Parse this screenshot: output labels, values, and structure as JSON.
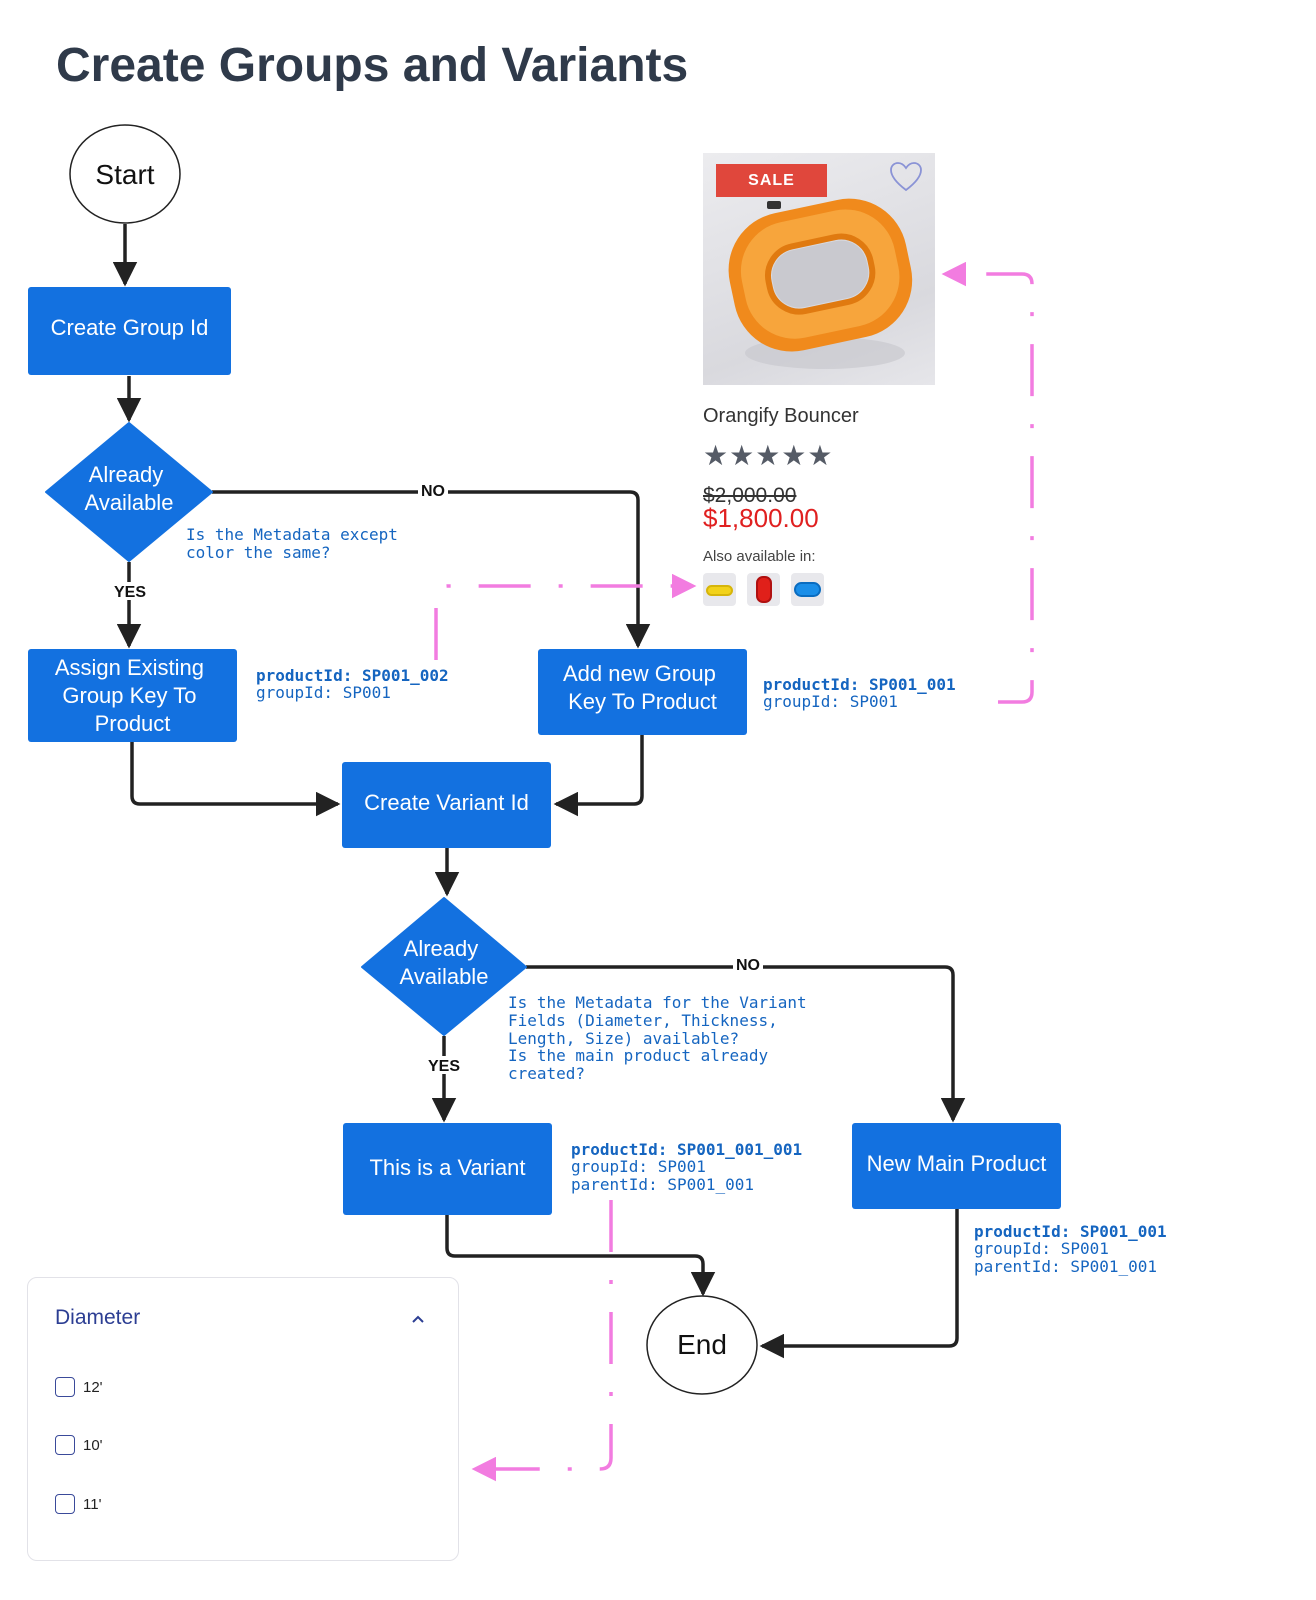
{
  "page_title": "Create Groups and Variants",
  "colors": {
    "node": "#1371e0",
    "arrow": "#222222",
    "note": "#1565c0",
    "dashed": "#f27ce0",
    "sale": "#e0473c",
    "price": "#e02020"
  },
  "flow": {
    "start": "Start",
    "create_group": "Create Group Id",
    "decision1": [
      "Already",
      "Available"
    ],
    "decision1_no": "NO",
    "decision1_yes": "YES",
    "decision1_note": [
      "Is the Metadata except",
      "color the same?"
    ],
    "assign_existing": [
      "Assign Existing",
      "Group Key To",
      "Product"
    ],
    "add_new_group": [
      "Add new Group",
      "Key To Product"
    ],
    "assign_note": {
      "product_id": "productId: SP001_002",
      "group_id": "groupId: SP001"
    },
    "add_new_note": {
      "product_id": "productId: SP001_001",
      "group_id": "groupId: SP001"
    },
    "create_variant": "Create Variant Id",
    "decision2": [
      "Already",
      "Available"
    ],
    "decision2_no": "NO",
    "decision2_yes": "YES",
    "decision2_note": [
      "Is the Metadata for the Variant",
      "Fields (Diameter, Thickness,",
      "Length, Size) available?",
      "Is the main product already",
      "created?"
    ],
    "variant": "This is a Variant",
    "variant_note": {
      "product_id": "productId: SP001_001_001",
      "group_id": "groupId: SP001",
      "parent_id": "parentId: SP001_001"
    },
    "new_main": "New Main Product",
    "new_main_note": {
      "product_id": "productId: SP001_001",
      "group_id": "groupId: SP001",
      "parent_id": "parentId: SP001_001"
    },
    "end": "End"
  },
  "product_card": {
    "badge": "SALE",
    "name": "Orangify Bouncer",
    "rating": 5,
    "stars": "★★★★★",
    "old_price": "$2,000.00",
    "price": "$1,800.00",
    "also_available": "Also available in:",
    "swatches": [
      "yellow",
      "red",
      "blue"
    ],
    "icons": {
      "wishlist": "heart-icon"
    }
  },
  "filter": {
    "title": "Diameter",
    "options": [
      "12'",
      "10'",
      "11'"
    ],
    "icons": {
      "collapse": "chevron-up-icon"
    }
  }
}
